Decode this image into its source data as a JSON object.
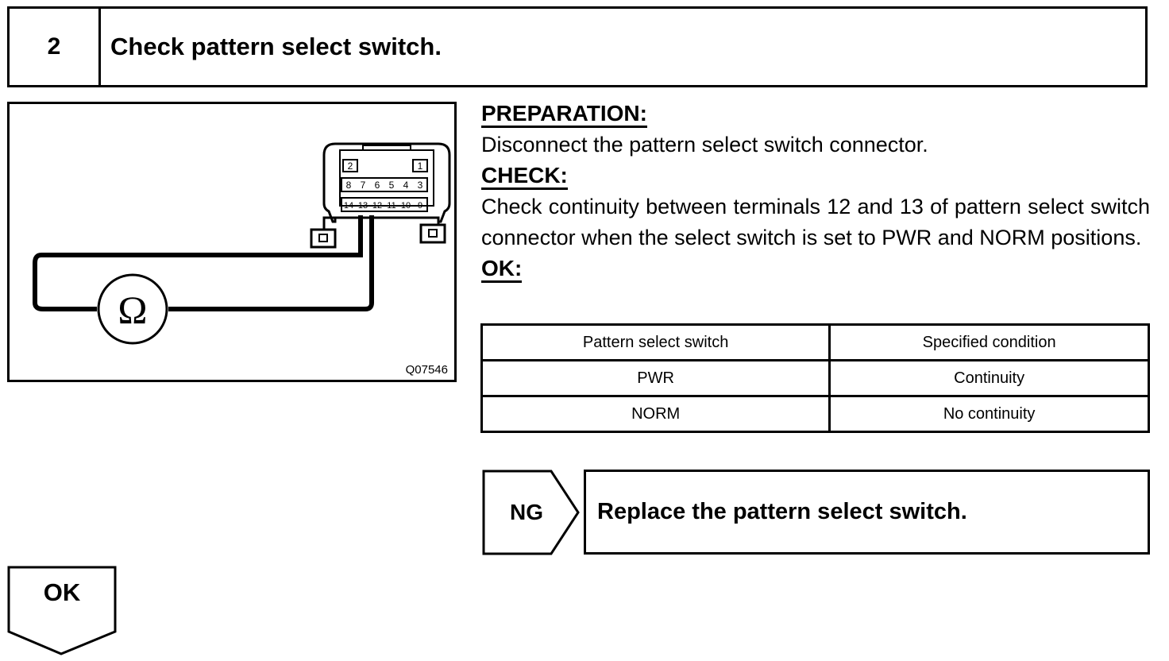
{
  "step": {
    "number": "2",
    "title": "Check pattern select switch."
  },
  "figure": {
    "code": "Q07546",
    "meter_symbol": "Ω",
    "connector_terminals": {
      "top_row": [
        "2",
        "1"
      ],
      "middle_row": [
        "8",
        "7",
        "6",
        "5",
        "4",
        "3"
      ],
      "bottom_row": [
        "14",
        "13",
        "12",
        "11",
        "10",
        "9"
      ]
    }
  },
  "preparation": {
    "heading": "PREPARATION:",
    "text": "Disconnect the pattern select switch connector."
  },
  "check": {
    "heading": "CHECK:",
    "text": "Check continuity between terminals 12 and 13 of pattern select switch connector when the select switch is set to PWR and NORM positions."
  },
  "ok_section": {
    "heading": "OK:"
  },
  "spec_table": {
    "headers": [
      "Pattern select switch",
      "Specified condition"
    ],
    "rows": [
      [
        "PWR",
        "Continuity"
      ],
      [
        "NORM",
        "No continuity"
      ]
    ]
  },
  "ng": {
    "label": "NG",
    "action": "Replace the pattern select switch."
  },
  "ok": {
    "label": "OK"
  }
}
